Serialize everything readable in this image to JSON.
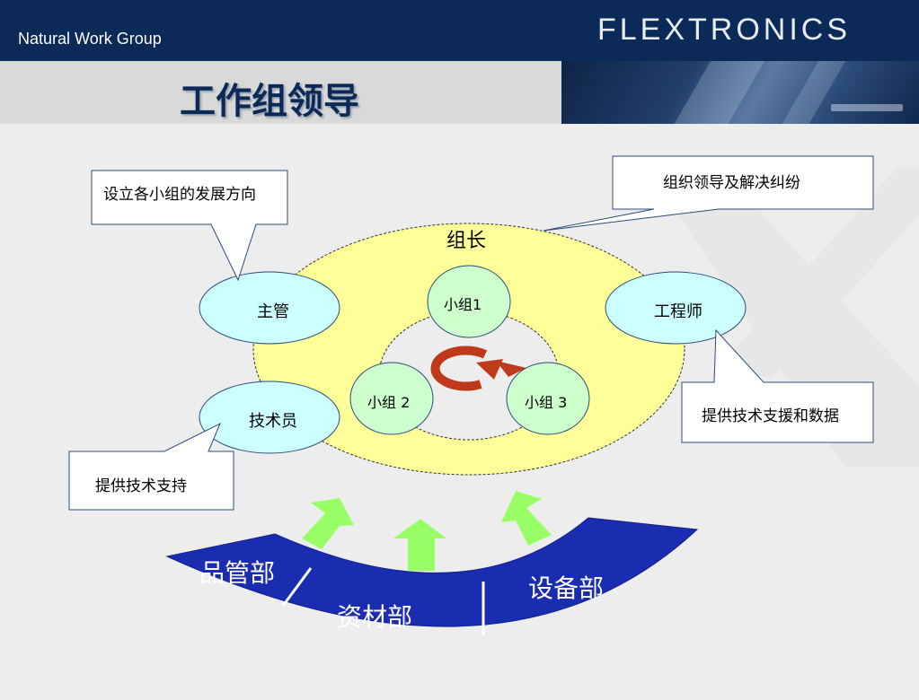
{
  "header": {
    "subtitle": "Natural Work Group",
    "brand": "FLEXTRONICS"
  },
  "title": "工作组领导",
  "diagram": {
    "center_label": "组长",
    "nodes": {
      "supervisor": "主管",
      "technician": "技术员",
      "engineer": "工程师",
      "group1": "小组1",
      "group2": "小组 2",
      "group3": "小组 3"
    },
    "callouts": {
      "supervisor": "设立各小组的发展方向",
      "leader": "组织领导及解决纠纷",
      "engineer": "提供技术支援和数据",
      "technician": "提供技术支持"
    },
    "departments": [
      "品管部",
      "资材部",
      "设备部"
    ],
    "colors": {
      "outer_circle": "#ffff99",
      "node_fill": "#ccffff",
      "inner_node_fill": "#ccffcc",
      "arc_band": "#1a2db0",
      "arrows": "#99ff66",
      "cycle_icon": "#c0391b",
      "header": "#0b2a58"
    }
  }
}
